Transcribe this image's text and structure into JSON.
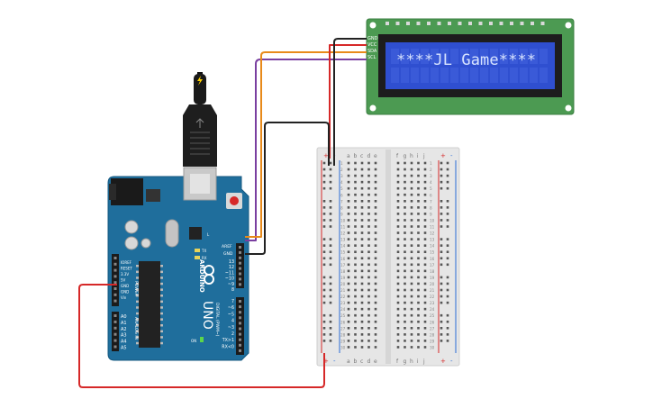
{
  "lcd": {
    "pins": [
      "GND",
      "VCC",
      "SDA",
      "SCL"
    ],
    "text": "****JL Game****"
  },
  "arduino": {
    "brand": "ARDUINO",
    "model": "UNO",
    "aref": "AREF",
    "gnd": "GND",
    "digital_label": "DIGITAL (PWM~)",
    "digital_pins": [
      "13",
      "12",
      "~11",
      "~10",
      "~9",
      "8",
      "7",
      "~6",
      "~5",
      "4",
      "~3",
      "2",
      "TX>1",
      "RX<0"
    ],
    "power_label": "POWER",
    "power_pins": [
      "IOREF",
      "RESET",
      "3.3V",
      "5V",
      "GND",
      "GND",
      "Vin"
    ],
    "analog_label": "ANALOG IN",
    "analog_pins": [
      "A0",
      "A1",
      "A2",
      "A3",
      "A4",
      "A5"
    ],
    "tx_label": "TX",
    "rx_label": "RX",
    "l_label": "L",
    "on_label": "ON"
  },
  "breadboard": {
    "cols_left": [
      "a",
      "b",
      "c",
      "d",
      "e"
    ],
    "cols_right": [
      "f",
      "g",
      "h",
      "i",
      "j"
    ],
    "rows": 30,
    "plus": "+",
    "minus": "-"
  },
  "colors": {
    "wire_red": "#d62828",
    "wire_black": "#222222",
    "wire_orange": "#e88a1a",
    "wire_purple": "#7a3fa0",
    "board": "#1f6e9c",
    "lcd_pcb": "#4c9a52",
    "lcd_screen": "#2f4fd0",
    "lcd_text": "#d8e4ff"
  }
}
